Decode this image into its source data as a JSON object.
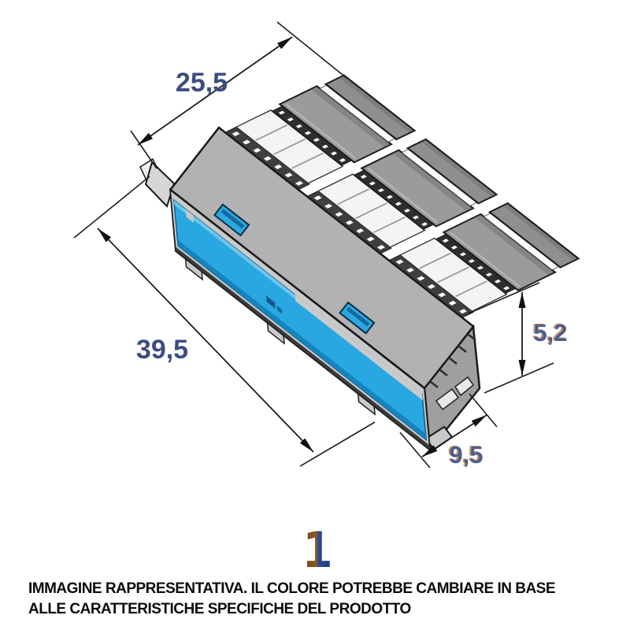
{
  "figure": {
    "number": "1",
    "dimensions": {
      "width_mm": "25,5",
      "length_mm": "39,5",
      "height_mm": "5,2",
      "depth_mm": "9,5"
    },
    "caption": {
      "line1": "IMMAGINE RAPPRESENTATIVA. IL COLORE POTREBBE CAMBIARE IN BASE",
      "line2": "ALLE CARATTERISTICHE SPECIFICHE DEL PRODOTTO"
    },
    "colors": {
      "housing_accent_blue": "#29a7e0",
      "housing_gray": "#b2b2b2",
      "clamp_gray": "#9b9b9b",
      "outline": "#1a1a1a",
      "dimension_text": "#3d4d80",
      "caption_text": "#0b0b0b",
      "background": "#ffffff"
    }
  }
}
